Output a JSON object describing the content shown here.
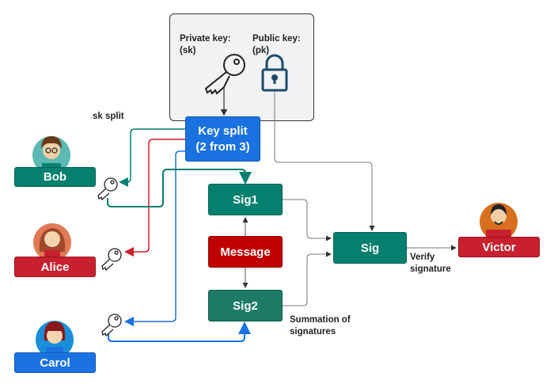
{
  "key_box": {
    "private_key_label": "Private key:",
    "private_key_sub": "(sk)",
    "public_key_label": "Public key:",
    "public_key_sub": "(pk)"
  },
  "labels": {
    "sk_split": "sk split",
    "summation_line1": "Summation of",
    "summation_line2": "signatures",
    "verify_line1": "Verify",
    "verify_line2": "signature"
  },
  "nodes": {
    "key_split_line1": "Key split",
    "key_split_line2": "(2 from 3)",
    "sig1": "Sig1",
    "message": "Message",
    "sig2": "Sig2",
    "sig": "Sig"
  },
  "people": {
    "bob": "Bob",
    "alice": "Alice",
    "carol": "Carol",
    "victor": "Victor"
  },
  "colors": {
    "green": "#05806e",
    "red": "#c8202e",
    "blue": "#1a72e0",
    "message_red": "#c00000",
    "line_gray": "#777777"
  }
}
